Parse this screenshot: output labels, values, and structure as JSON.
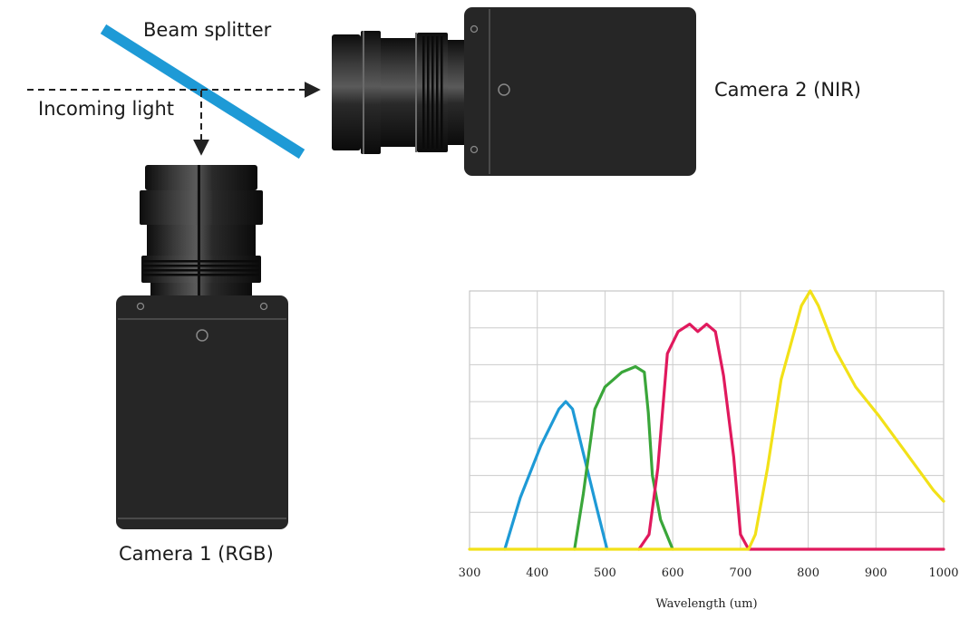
{
  "diagram": {
    "labels": {
      "beam_splitter": "Beam splitter",
      "incoming_light": "Incoming light",
      "camera_nir": "Camera 2 (NIR)",
      "camera_rgb": "Camera 1 (RGB)"
    },
    "colors": {
      "beam_splitter": "#1e9ad6",
      "camera_body": "#262626",
      "lens": "#1a1a1a",
      "arrow": "#333333"
    }
  },
  "chart_data": {
    "type": "line",
    "xlabel": "Wavelength (um)",
    "ylabel": "",
    "title": "",
    "xlim": [
      300,
      1000
    ],
    "ylim": [
      0,
      7
    ],
    "xticks": [
      "300",
      "400",
      "500",
      "600",
      "700",
      "800",
      "900",
      "1000"
    ],
    "grid": true,
    "series": [
      {
        "color": "#1e9ad6",
        "points": [
          [
            352,
            0
          ],
          [
            375,
            1.4
          ],
          [
            405,
            2.8
          ],
          [
            432,
            3.8
          ],
          [
            442,
            4.0
          ],
          [
            452,
            3.8
          ],
          [
            468,
            2.6
          ],
          [
            488,
            1.1
          ],
          [
            503,
            0
          ]
        ]
      },
      {
        "color": "#3aa63a",
        "points": [
          [
            455,
            0
          ],
          [
            468,
            1.5
          ],
          [
            485,
            3.8
          ],
          [
            500,
            4.4
          ],
          [
            525,
            4.8
          ],
          [
            545,
            4.95
          ],
          [
            558,
            4.8
          ],
          [
            564,
            3.7
          ],
          [
            570,
            2.0
          ],
          [
            582,
            0.8
          ],
          [
            600,
            0
          ]
        ]
      },
      {
        "color": "#e0195d",
        "points": [
          [
            550,
            0
          ],
          [
            565,
            0.4
          ],
          [
            578,
            2.2
          ],
          [
            592,
            5.3
          ],
          [
            608,
            5.9
          ],
          [
            625,
            6.1
          ],
          [
            637,
            5.9
          ],
          [
            650,
            6.1
          ],
          [
            663,
            5.9
          ],
          [
            675,
            4.7
          ],
          [
            690,
            2.5
          ],
          [
            700,
            0.4
          ],
          [
            712,
            0
          ],
          [
            1000,
            0
          ]
        ]
      },
      {
        "color": "#f2e118",
        "points": [
          [
            300,
            0
          ],
          [
            712,
            0
          ],
          [
            722,
            0.4
          ],
          [
            740,
            2.2
          ],
          [
            760,
            4.6
          ],
          [
            790,
            6.6
          ],
          [
            803,
            7.0
          ],
          [
            815,
            6.6
          ],
          [
            840,
            5.4
          ],
          [
            870,
            4.4
          ],
          [
            905,
            3.6
          ],
          [
            945,
            2.6
          ],
          [
            985,
            1.6
          ],
          [
            1000,
            1.3
          ]
        ]
      }
    ]
  }
}
